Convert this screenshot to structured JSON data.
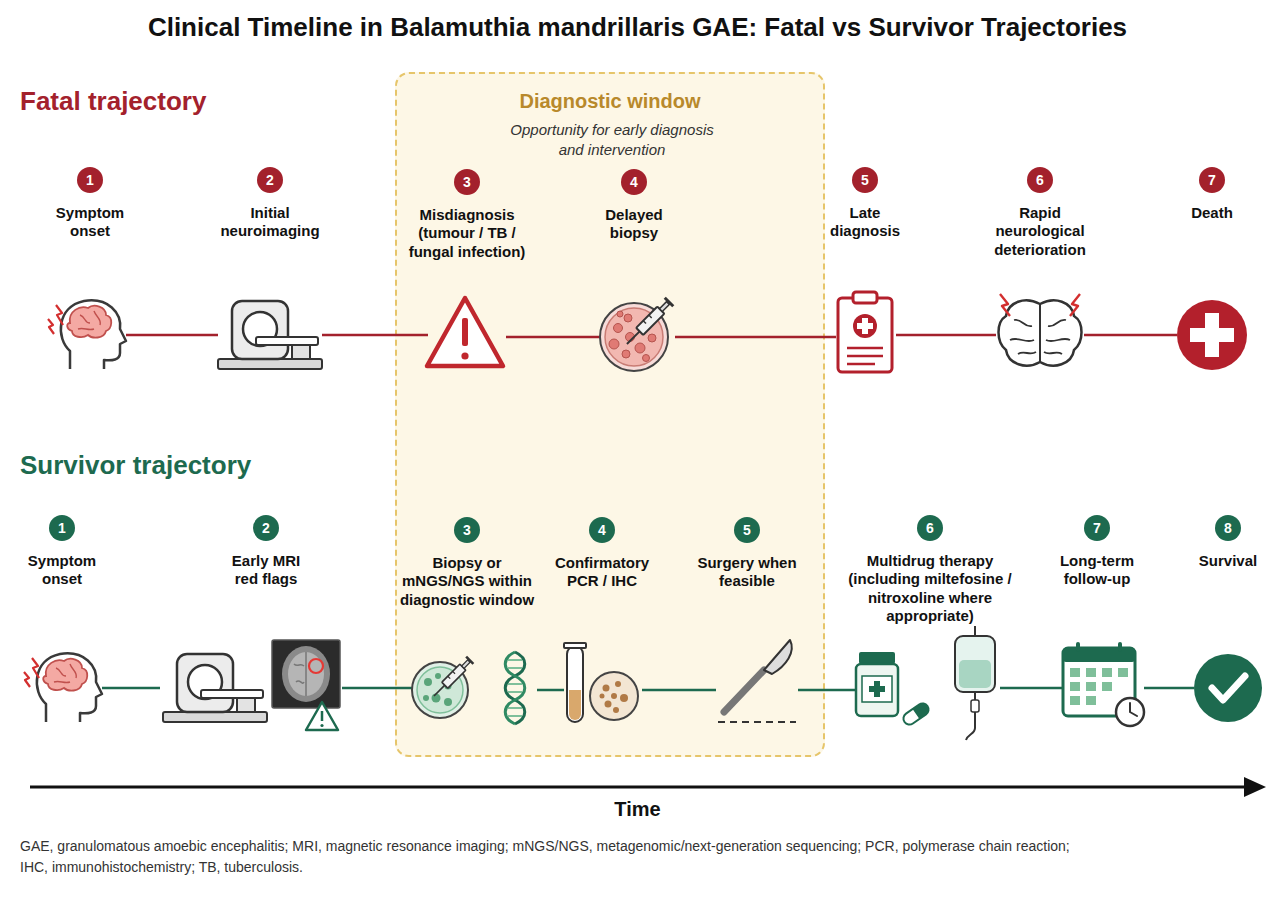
{
  "diagram": {
    "title": "Clinical Timeline in Balamuthia mandrillaris GAE: Fatal vs Survivor Trajectories",
    "caption": "GAE, granulomatous amoebic encephalitis; MRI, magnetic resonance imaging; mNGS/NGS, metagenomic/next-generation sequencing; PCR, polymerase chain reaction; IHC, immunohistochemistry; TB, tuberculosis.",
    "nodes": [
      {
        "text": [
          "Diagnostic window",
          "Opportunity for early diagnosis and intervention"
        ]
      },
      {
        "text": [
          "1",
          "Symptom onset"
        ]
      },
      {
        "text": [
          "2",
          "Initial neuroimaging"
        ]
      },
      {
        "text": [
          "3",
          "Misdiagnosis (tumour / TB / fungal infection)"
        ],
        "in": 0
      },
      {
        "text": [
          "4",
          "Delayed biopsy"
        ],
        "in": 0
      },
      {
        "text": [
          "5",
          "Late diagnosis"
        ]
      },
      {
        "text": [
          "6",
          "Rapid neurological deterioration"
        ]
      },
      {
        "text": [
          "7",
          "Death"
        ]
      },
      {
        "text": [
          "1",
          "Symptom onset"
        ]
      },
      {
        "text": [
          "2",
          "Early MRI red flags"
        ]
      },
      {
        "text": [
          "3",
          "Biopsy or mNGS/NGS within diagnostic window"
        ],
        "in": 0
      },
      {
        "text": [
          "4",
          "Confirmatory PCR / IHC"
        ],
        "in": 0
      },
      {
        "text": [
          "5",
          "Surgery when feasible"
        ],
        "in": 0
      },
      {
        "text": [
          "6",
          "Multidrug therapy (including miltefosine / nitroxoline where appropriate)"
        ]
      },
      {
        "text": [
          "7",
          "Long-term follow-up"
        ]
      },
      {
        "text": [
          "8",
          "Survival"
        ]
      }
    ],
    "edges": [
      {
        "from": 1,
        "to": 2,
        "arrow": "none"
      },
      {
        "from": 2,
        "to": 3,
        "arrow": "none"
      },
      {
        "from": 3,
        "to": 4,
        "arrow": "none"
      },
      {
        "from": 4,
        "to": 5,
        "arrow": "none"
      },
      {
        "from": 5,
        "to": 6,
        "arrow": "none"
      },
      {
        "from": 6,
        "to": 7,
        "arrow": "none"
      },
      {
        "from": 8,
        "to": 9,
        "arrow": "none"
      },
      {
        "from": 9,
        "to": 10,
        "arrow": "none"
      },
      {
        "from": 10,
        "to": 11,
        "arrow": "none"
      },
      {
        "from": 11,
        "to": 12,
        "arrow": "none"
      },
      {
        "from": 12,
        "to": 13,
        "arrow": "none"
      },
      {
        "from": 13,
        "to": 14,
        "arrow": "none"
      },
      {
        "from": 14,
        "to": 15,
        "arrow": "none"
      }
    ],
    "labels": [
      "Fatal trajectory",
      "Survivor trajectory",
      "Time"
    ]
  }
}
